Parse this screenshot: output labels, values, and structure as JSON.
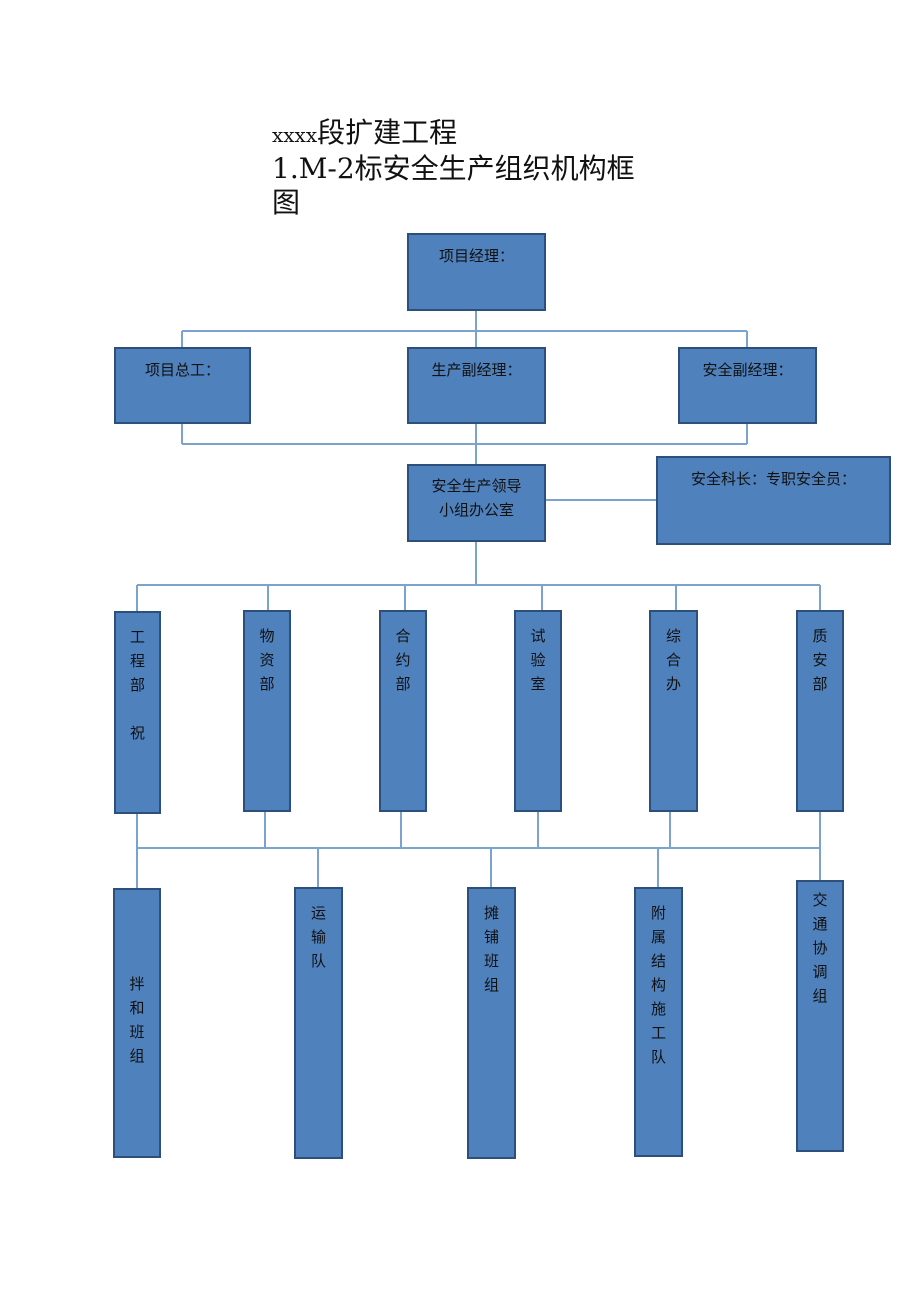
{
  "title": {
    "line1_prefix": "xxxx",
    "line1_main": "段扩建工程",
    "line2": "1.M-2标安全生产组织机构框",
    "line3": "图"
  },
  "top": {
    "label": "项目经理："
  },
  "level2": [
    {
      "label": "项目总工："
    },
    {
      "label": "生产副经理："
    },
    {
      "label": "安全副经理："
    }
  ],
  "office": {
    "line1": "安全生产领导",
    "line2": "小组办公室"
  },
  "safety_chief": {
    "label": "安全科长：专职安全员："
  },
  "departments": [
    {
      "chars": [
        "工",
        "程",
        "部",
        "",
        "祝"
      ]
    },
    {
      "chars": [
        "物",
        "资",
        "部"
      ]
    },
    {
      "chars": [
        "合",
        "约",
        "部"
      ]
    },
    {
      "chars": [
        "试",
        "验",
        "室"
      ]
    },
    {
      "chars": [
        "综",
        "合",
        "办"
      ]
    },
    {
      "chars": [
        "质",
        "安",
        "部"
      ]
    }
  ],
  "teams": [
    {
      "chars": [
        "拌",
        "和",
        "班",
        "组"
      ]
    },
    {
      "chars": [
        "运",
        "输",
        "队"
      ]
    },
    {
      "chars": [
        "摊",
        "铺",
        "班",
        "组"
      ]
    },
    {
      "chars": [
        "附",
        "属",
        "结",
        "构",
        "施",
        "工",
        "队"
      ]
    },
    {
      "chars": [
        "交",
        "通",
        "协",
        "调",
        "组"
      ]
    }
  ],
  "colors": {
    "box_fill": "#4f81bd",
    "box_border": "#2c4f7c",
    "line": "#7aa3cf"
  }
}
